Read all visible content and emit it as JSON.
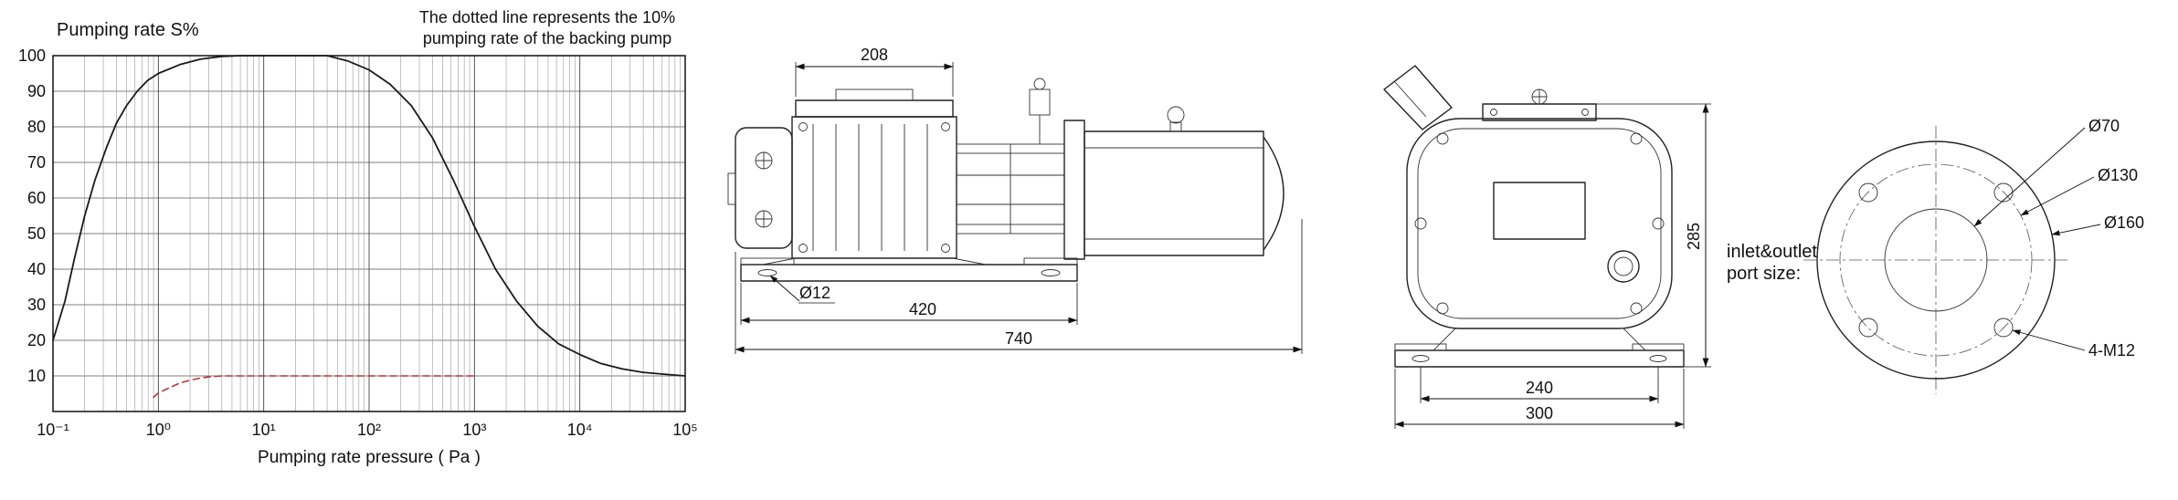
{
  "chart": {
    "title": "Pumping rate S%",
    "note_line1": "The dotted line represents the 10%",
    "note_line2": "pumping rate of the backing pump",
    "xlabel": "Pumping rate pressure ( Pa )",
    "y_ticks": [
      "100",
      "90",
      "80",
      "70",
      "60",
      "50",
      "40",
      "30",
      "20",
      "10"
    ],
    "x_ticks": [
      "10⁻¹",
      "10⁰",
      "10¹",
      "10²",
      "10³",
      "10⁴",
      "10⁵"
    ]
  },
  "chart_data": {
    "type": "line",
    "title": "Pumping rate S%",
    "xlabel": "Pumping rate pressure ( Pa )",
    "ylabel": "Pumping rate S%",
    "xscale": "log",
    "xlim": [
      0.1,
      100000
    ],
    "ylim": [
      0,
      100
    ],
    "grid": true,
    "legend": false,
    "annotation": "The dotted line represents the 10% pumping rate of the backing pump",
    "series": [
      {
        "name": "Pumping rate of pump",
        "style": "solid",
        "color": "#1a1a1a",
        "points": [
          [
            0.1,
            20
          ],
          [
            0.13,
            31
          ],
          [
            0.16,
            43
          ],
          [
            0.2,
            55
          ],
          [
            0.25,
            65
          ],
          [
            0.32,
            74
          ],
          [
            0.4,
            81
          ],
          [
            0.5,
            86
          ],
          [
            0.63,
            90
          ],
          [
            0.79,
            93
          ],
          [
            1,
            95
          ],
          [
            1.6,
            97.5
          ],
          [
            2.5,
            99
          ],
          [
            4,
            99.8
          ],
          [
            6.3,
            100
          ],
          [
            10,
            100
          ],
          [
            25,
            100
          ],
          [
            40,
            100
          ],
          [
            63,
            98.5
          ],
          [
            100,
            96
          ],
          [
            158,
            92
          ],
          [
            251,
            86
          ],
          [
            398,
            77
          ],
          [
            631,
            65
          ],
          [
            1000,
            52
          ],
          [
            1585,
            40
          ],
          [
            2512,
            31
          ],
          [
            3981,
            24
          ],
          [
            6310,
            19
          ],
          [
            10000,
            16
          ],
          [
            15849,
            13.5
          ],
          [
            25119,
            12
          ],
          [
            39811,
            11
          ],
          [
            63096,
            10.5
          ],
          [
            100000,
            10
          ]
        ]
      },
      {
        "name": "10% pumping rate of backing pump",
        "style": "dashed",
        "color": "#bb3333",
        "points": [
          [
            0.9,
            4
          ],
          [
            1,
            5.2
          ],
          [
            1.3,
            6.8
          ],
          [
            1.6,
            8
          ],
          [
            2,
            8.8
          ],
          [
            2.5,
            9.4
          ],
          [
            3.2,
            9.8
          ],
          [
            4,
            10
          ],
          [
            1000,
            10
          ]
        ]
      }
    ]
  },
  "side_view": {
    "dim_208": "208",
    "dim_hole": "Ø12",
    "dim_420": "420",
    "dim_740": "740"
  },
  "front_view": {
    "dim_285": "285",
    "dim_240": "240",
    "dim_300": "300"
  },
  "flange_view": {
    "dim_70": "Ø70",
    "dim_130": "Ø130",
    "dim_160": "Ø160",
    "dim_m12": "4-M12",
    "note_line1": "inlet&outlet",
    "note_line2": "port size:"
  }
}
